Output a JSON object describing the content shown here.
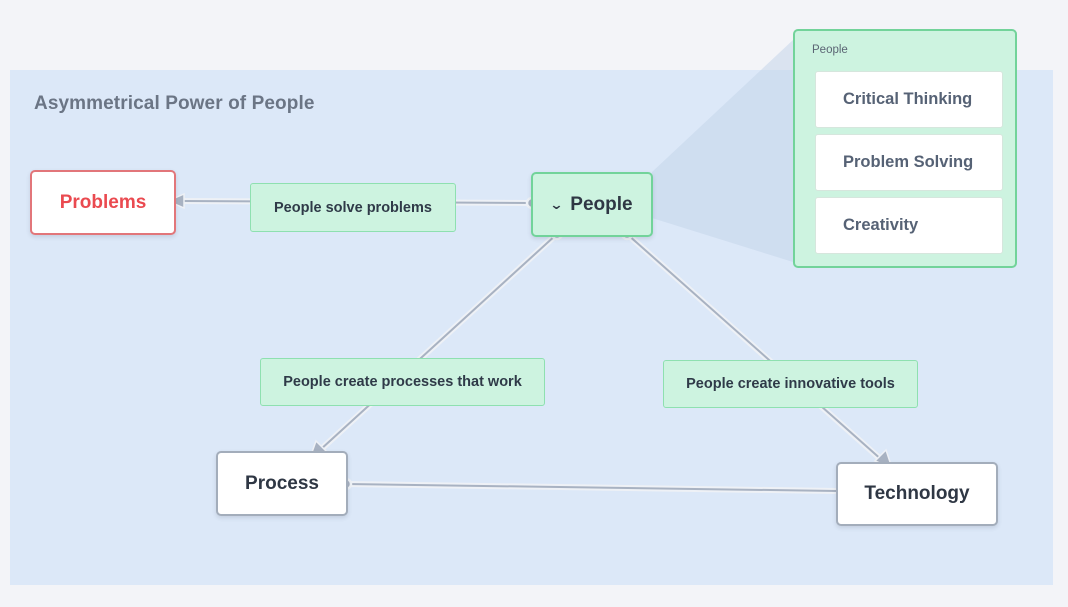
{
  "diagram": {
    "group_title": "Asymmetrical Power of People",
    "nodes": {
      "problems": "Problems",
      "people": "People",
      "process": "Process",
      "technology": "Technology"
    },
    "edges": [
      {
        "from": "People",
        "to": "Problems",
        "label": "People solve problems"
      },
      {
        "from": "People",
        "to": "Process",
        "label": "People create processes that work"
      },
      {
        "from": "People",
        "to": "Technology",
        "label": "People create innovative tools"
      },
      {
        "from": "Process",
        "to": "Technology",
        "label": ""
      }
    ],
    "people_popout": {
      "title": "People",
      "items": [
        "Critical Thinking",
        "Problem Solving",
        "Creativity"
      ]
    },
    "icons": {
      "expand": "chevron-down-icon"
    },
    "colors": {
      "canvas_bg": "#f3f4f8",
      "group_bg": "#dce8f8",
      "accent_green_fill": "#cdf3e0",
      "accent_green_border": "#72d39a",
      "problems_red": "#ea4a50",
      "edge": "#a8b2c2"
    }
  }
}
